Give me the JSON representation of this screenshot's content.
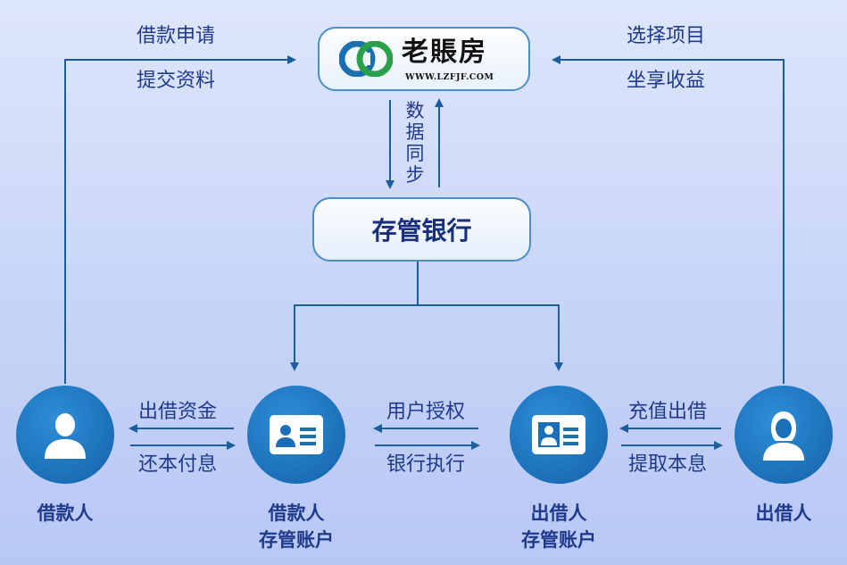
{
  "platform": {
    "logo_name": "老賬房",
    "logo_url": "WWW.LZFJF.COM",
    "logo_icon": "lzfjf-logo-mark"
  },
  "bank": {
    "label": "存管银行"
  },
  "sync_label": "数据同步",
  "top_left": {
    "line1": "借款申请",
    "line2": "提交资料"
  },
  "top_right": {
    "line1": "选择项目",
    "line2": "坐享收益"
  },
  "nodes": {
    "borrower": {
      "label": "借款人",
      "icon": "male-user-icon"
    },
    "borrower_account": {
      "line1": "借款人",
      "line2": "存管账户",
      "icon": "id-card-icon"
    },
    "lender_account": {
      "line1": "出借人",
      "line2": "存管账户",
      "icon": "id-card-icon"
    },
    "lender": {
      "label": "出借人",
      "icon": "female-user-icon"
    }
  },
  "flows": {
    "lend_funds": "出借资金",
    "repay": "还本付息",
    "user_auth": "用户授权",
    "bank_exec": "银行执行",
    "deposit_lend": "充值出借",
    "withdraw": "提取本息"
  },
  "colors": {
    "accent": "#1b6fb8",
    "line": "#1c5d9b",
    "text": "#1f3a8c"
  }
}
